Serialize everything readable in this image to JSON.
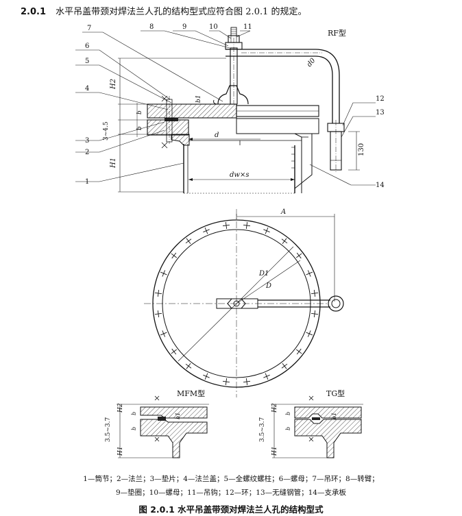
{
  "clause": {
    "number": "2.0.1",
    "text": "水平吊盖带颈对焊法兰人孔的结构型式应符合图 2.0.1 的规定。"
  },
  "figure": {
    "main_type_label": "RF型",
    "mfm_type_label": "MFM型",
    "tg_type_label": "TG型",
    "part_numbers": [
      "1",
      "2",
      "3",
      "4",
      "5",
      "6",
      "7",
      "8",
      "9",
      "10",
      "11",
      "12",
      "13",
      "14"
    ],
    "dimensions": {
      "H2": "H2",
      "H1": "H1",
      "b": "b",
      "b1": "b1",
      "gap": "3~4.5",
      "gap_mfm": "3.5~3.7",
      "gap_tg": "3.5~3.7",
      "d": "d",
      "dw_s": "dw×s",
      "height_130": "130",
      "A": "A",
      "D1": "D1",
      "D": "D",
      "d0": "d0"
    }
  },
  "legend": {
    "line1": "1—筒节；2—法兰；3—垫片；4—法兰盖；5—全螺纹螺柱；6—螺母；7—吊环；8—转臂；",
    "line2": "9—垫圈；10—螺母；11—吊钩；12—环；13—无缝钢管；14—支承板"
  },
  "caption": "图 2.0.1   水平吊盖带颈对焊法兰人孔的结构型式"
}
